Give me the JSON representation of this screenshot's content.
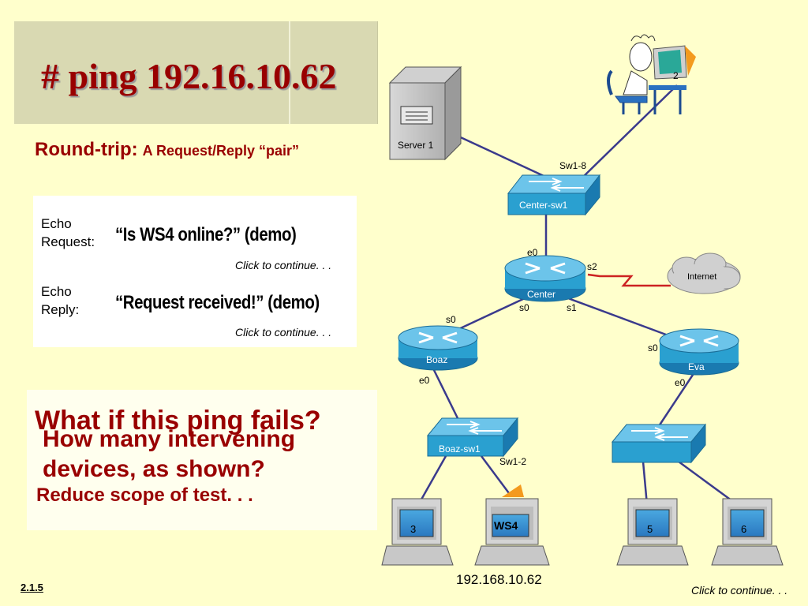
{
  "title": "# ping 192.16.10.62",
  "roundtrip": {
    "main": "Round-trip:",
    "sub": "A Request/Reply “pair”"
  },
  "echo_request": {
    "label_line1": "Echo",
    "label_line2": "Request:",
    "message": "“Is WS4 online?” (demo)",
    "click": "Click to continue. . ."
  },
  "echo_reply": {
    "label_line1": "Echo",
    "label_line2": "Reply:",
    "message": "“Request received!” (demo)",
    "click": "Click to continue. . ."
  },
  "questions": {
    "fails": "What if this ping fails?",
    "intervening_line1": "How many intervening",
    "intervening_line2": "devices, as shown?",
    "reduce": "Reduce scope of test. . ."
  },
  "network": {
    "server": "Server 1",
    "monitor_number": "2",
    "internet": "Internet",
    "switches": {
      "center": "Center-sw1",
      "center_port": "Sw1-8",
      "boaz": "Boaz-sw1",
      "boaz_port": "Sw1-2"
    },
    "routers": {
      "center": "Center",
      "boaz": "Boaz",
      "eva": "Eva"
    },
    "interfaces": {
      "center_e0": "e0",
      "center_s2": "s2",
      "center_s0": "s0",
      "center_s1": "s1",
      "boaz_s0": "s0",
      "boaz_e0": "e0",
      "eva_s0": "s0",
      "eva_e0": "e0"
    },
    "workstations": [
      "3",
      "WS4",
      "5",
      "6"
    ],
    "ws4_ip": "192.168.10.62"
  },
  "footer": {
    "slide_number": "2.1.5",
    "click": "Click to continue. . ."
  },
  "colors": {
    "accent_red": "#990000",
    "device_blue": "#2aa0d0",
    "link_blue": "#3a3a8c",
    "background": "#ffffcc"
  }
}
